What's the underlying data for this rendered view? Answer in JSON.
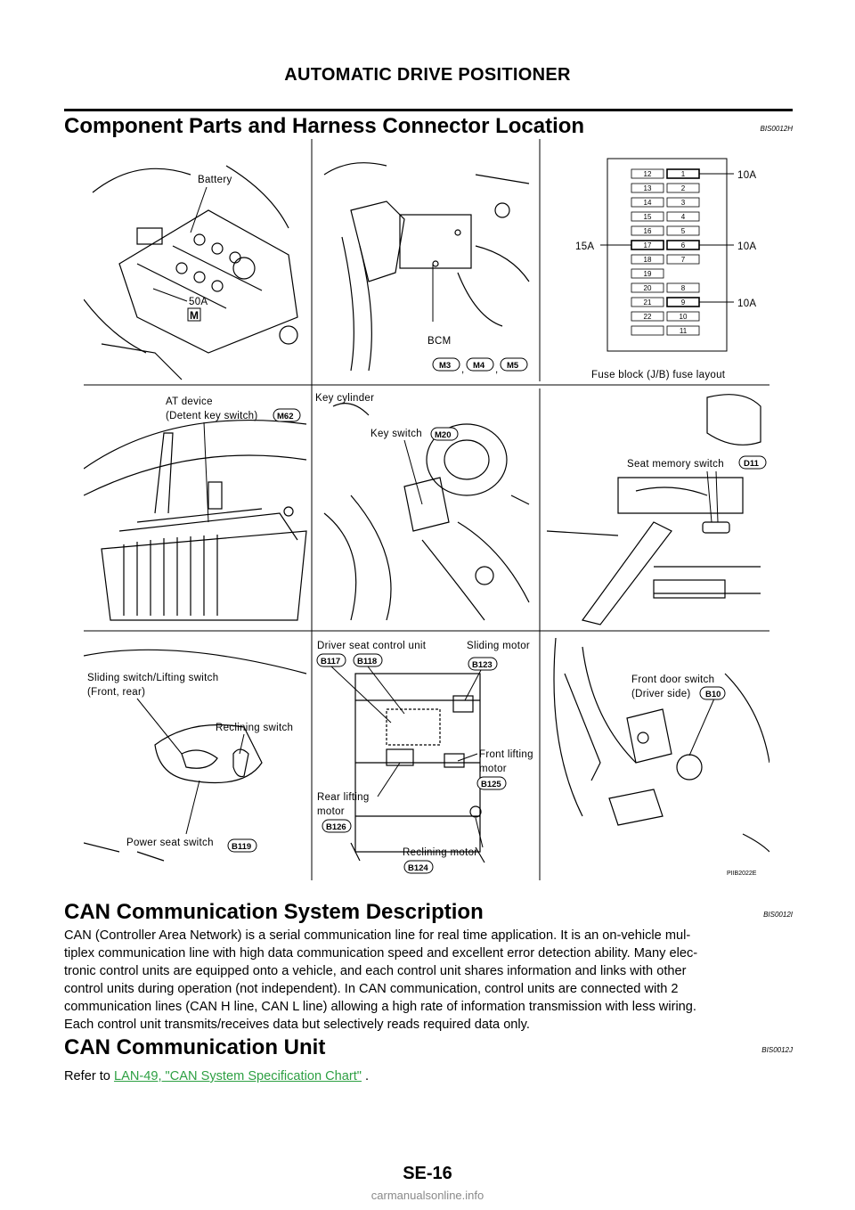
{
  "header": {
    "title": "AUTOMATIC DRIVE POSITIONER"
  },
  "section1": {
    "title": "Component Parts and Harness Connector Location",
    "code": "BIS0012H"
  },
  "figure": {
    "battery": "Battery",
    "fuse_50a": "50A",
    "m_mark": "M",
    "bcm": "BCM",
    "m3": "M3",
    "m4": "M4",
    "m5": "M5",
    "comma": ",",
    "fuse_left": [
      "12",
      "13",
      "14",
      "15",
      "16",
      "17",
      "18",
      "19",
      "20",
      "21",
      "22",
      ""
    ],
    "fuse_right": [
      "1",
      "2",
      "3",
      "4",
      "5",
      "6",
      "7",
      "",
      "8",
      "9",
      "10",
      "11"
    ],
    "amp_10a": "10A",
    "amp_15a": "15A",
    "fuse_layout": "Fuse block (J/B) fuse layout",
    "at_device_1": "AT device",
    "at_device_2": "(Detent key switch)",
    "m62": "M62",
    "key_cylinder": "Key cylinder",
    "key_switch": "Key switch",
    "m20": "M20",
    "seat_memory_switch": "Seat memory switch",
    "d11": "D11",
    "sliding_lifting_1": "Sliding switch/Lifting switch",
    "sliding_lifting_2": "(Front, rear)",
    "reclining_switch": "Reclining switch",
    "power_seat_switch": "Power seat switch",
    "b119": "B119",
    "driver_seat_cu": "Driver seat control unit",
    "b117": "B117",
    "b118": "B118",
    "sliding_motor": "Sliding motor",
    "b123": "B123",
    "front_lifting_1": "Front lifting",
    "front_lifting_2": "motor",
    "b125": "B125",
    "rear_lifting_1": "Rear lifting",
    "rear_lifting_2": "motor",
    "b126": "B126",
    "reclining_motor": "Reclining motor",
    "b124": "B124",
    "front_door_1": "Front door switch",
    "front_door_2": "(Driver side)",
    "b10": "B10",
    "fig_id": "PIIB2022E"
  },
  "section2": {
    "title": "CAN Communication System Description",
    "code": "BIS0012I",
    "lines": [
      "CAN (Controller Area Network) is a serial communication line for real time application. It is an on-vehicle mul-",
      "tiplex communication line with high data communication speed and excellent error detection ability. Many elec-",
      "tronic control units are equipped onto a vehicle, and each control unit shares information and links with other",
      "control units during operation (not independent). In CAN communication, control units are connected with 2",
      "communication lines (CAN H line, CAN L line) allowing a high rate of information transmission with less wiring.",
      "Each control unit transmits/receives data but selectively reads required data only."
    ]
  },
  "section3": {
    "title": "CAN Communication Unit",
    "code": "BIS0012J",
    "refer_prefix": "Refer to ",
    "link_text": "LAN-49, \"CAN System Specification Chart\"",
    "refer_suffix": " ."
  },
  "footer": {
    "page": "SE-16",
    "watermark": "carmanualsonline.info"
  }
}
